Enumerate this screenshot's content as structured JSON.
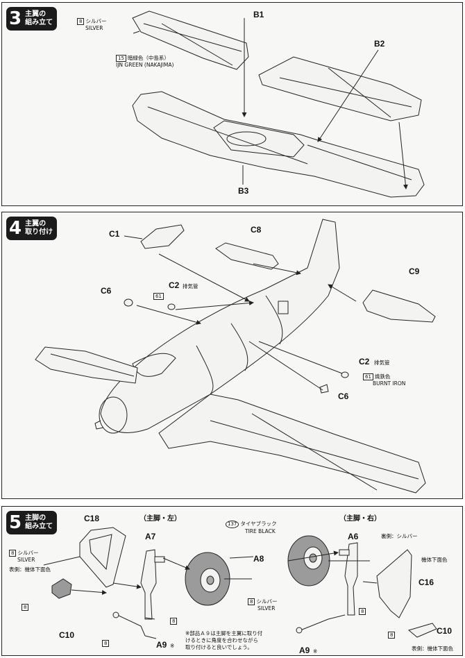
{
  "step3": {
    "number": "3",
    "title": "主翼の\n組み立て",
    "labels": {
      "b1": "B1",
      "b2": "B2",
      "b3": "B3"
    },
    "silver": {
      "code": "8",
      "text": "シルバー",
      "sub": "SILVER"
    },
    "green": {
      "code": "15",
      "text": "暗緑色（中島系）",
      "sub": "IJN GREEN (NAKAJIMA)"
    }
  },
  "step4": {
    "number": "4",
    "title": "主翼の\n取り付け",
    "labels": {
      "c1": "C1",
      "c8": "C8",
      "c9": "C9",
      "c6a": "C6",
      "c6b": "C6",
      "c2a": "C2",
      "c2b": "C2"
    },
    "exhaust_a": "排気管",
    "exhaust_b": "排気管",
    "burnt": {
      "code": "61",
      "text": "焼鉄色",
      "sub": "BURNT IRON"
    },
    "code_61_top": "61"
  },
  "step5": {
    "number": "5",
    "title": "主脚の\n組み立て",
    "heading_left": "（主脚・左）",
    "heading_right": "（主脚・右）",
    "labels": {
      "c18": "C18",
      "a7": "A7",
      "a8": "A8",
      "a6": "A6",
      "c16": "C16",
      "c10a": "C10",
      "c10b": "C10",
      "a9a": "A9",
      "a9b": "A9"
    },
    "a9_mark": "※",
    "silver_left": {
      "code": "8",
      "text": "シルバー",
      "sub": "SILVER"
    },
    "underside_left": "表側：機体下面色",
    "code_8_c10": "8",
    "code_8_a7": "8",
    "code_8_a9": "8",
    "tire": {
      "code": "137",
      "text": "タイヤブラック",
      "sub": "TIRE BLACK"
    },
    "silver_mid": {
      "code": "8",
      "text": "シルバー",
      "sub": "SILVER"
    },
    "back_silver": "裏側：シルバー",
    "underside_right": "機体下面色",
    "code_8_a6": "8",
    "code_8_right": "8",
    "underside_bottom": "表側：機体下面色",
    "note": "※部品Ａ９は主脚を主翼に取り付\nけるときに角度を合わせながら\n取り付けると良いでしょう。"
  }
}
